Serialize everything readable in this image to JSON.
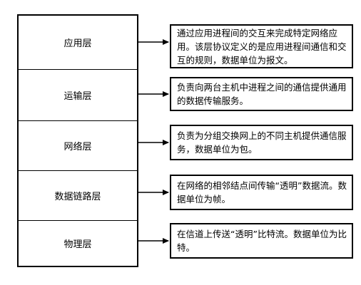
{
  "layers": [
    {
      "name": "应用层",
      "description": "通过应用进程间的交互来完成特定网络应用。该层协议定义的是应用进程间通信和交互的规则，数据单位为报文。"
    },
    {
      "name": "运输层",
      "description": "负责向两台主机中进程之间的通信提供通用的数据传输服务。"
    },
    {
      "name": "网络层",
      "description": "负责为分组交换网上的不同主机提供通信服务，数据单位为包。"
    },
    {
      "name": "数据链路层",
      "description": "在网络的相邻结点间传输“透明”数据流。数据单位为帧。"
    },
    {
      "name": "物理层",
      "description": "在信道上传送“透明”比特流。数据单位为比特。"
    }
  ]
}
